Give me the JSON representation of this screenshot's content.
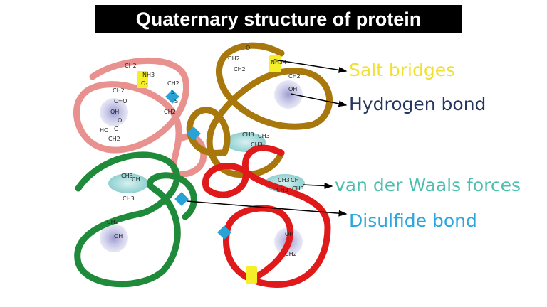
{
  "title": "Quaternary structure of protein",
  "labels": {
    "salt_bridges": "Salt bridges",
    "hydrogen_bond": "Hydrogen bond",
    "van_der_waals": "van der Waals forces",
    "disulfide_bond": "Disulfide bond"
  },
  "colors": {
    "chain_pink": "#e8918f",
    "chain_gold": "#a8780c",
    "chain_green": "#1f8a3a",
    "chain_red": "#e01a1a",
    "salt_bridge": "#f5ef2a",
    "disulfide": "#29a3d6",
    "hydrogen_bond_glow": "#b9b9e0",
    "vdw_glow": "#a8dcdc"
  },
  "chem_labels": [
    "CH2",
    "C=O",
    "OH",
    "O",
    "C",
    "HO",
    "CH2",
    "CH2",
    "NH3+",
    "O-",
    "S",
    "S",
    "CH2",
    "CH2",
    "CH3",
    "CH3",
    "CH3",
    "CH3",
    "CH",
    "CH3",
    "CH3",
    "CH",
    "CH3",
    "CH3",
    "OH",
    "CH2",
    "NH3+",
    "O-",
    "CH2",
    "CH2",
    "OH",
    "CH2",
    "CH2",
    "OH"
  ]
}
